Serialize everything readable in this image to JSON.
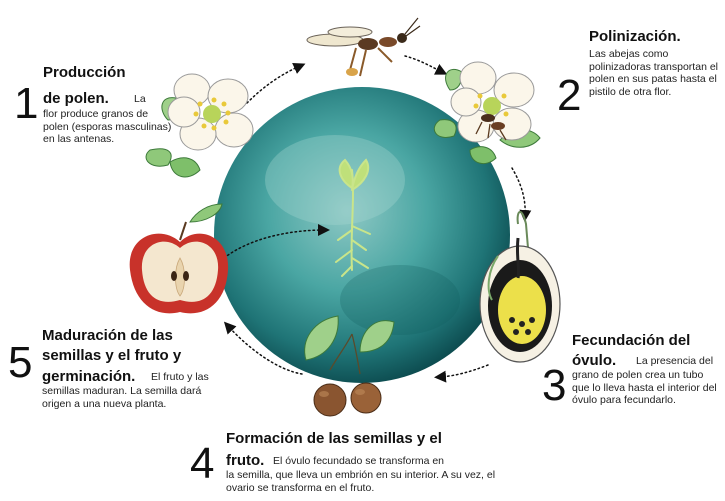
{
  "steps": [
    {
      "number": "1",
      "title_line1": "Producción",
      "title_line2": "de polen.",
      "body_line1": "La",
      "body_rest": "flor produce granos de polen (esporas masculinas) en las antenas."
    },
    {
      "number": "2",
      "title_line1": "Polinización.",
      "body": "Las abejas como polinizadoras transportan el polen en sus patas hasta el pistilo de otra flor."
    },
    {
      "number": "3",
      "title_line1": "Fecundación del",
      "title_line2": "óvulo.",
      "body_line1": "La presencia del",
      "body_rest": "grano de polen crea un tubo que lo lleva hasta el interior del óvulo para fecundarlo."
    },
    {
      "number": "4",
      "title_line1": "Formación de las semillas y el",
      "title_line2": "fruto.",
      "body_line1": "El óvulo fecundado se transforma en",
      "body_rest": "la semilla, que lleva un embrión en su interior. A su vez, el ovario se transforma en el fruto."
    },
    {
      "number": "5",
      "title_line1": "Maduración de las",
      "title_line2": "semillas y el fruto y",
      "title_line3": "germinación.",
      "body_line1": "El fruto y las",
      "body_rest": "semillas maduran. La semilla dará origen a una nueva planta."
    }
  ],
  "colors": {
    "sphere_center": "#7fbfbc",
    "sphere_mid": "#3a9a98",
    "sphere_edge": "#0e4f52",
    "leaf": "#6cae5a",
    "petal": "#fbf6ea",
    "apple_red": "#c8322a",
    "ovule_yellow": "#ece04a"
  },
  "icons": [
    "bee-icon",
    "flower-icon",
    "flower-with-bee-icon",
    "ovule-section-icon",
    "fruits-icon",
    "apple-half-icon",
    "seedling-icon"
  ]
}
